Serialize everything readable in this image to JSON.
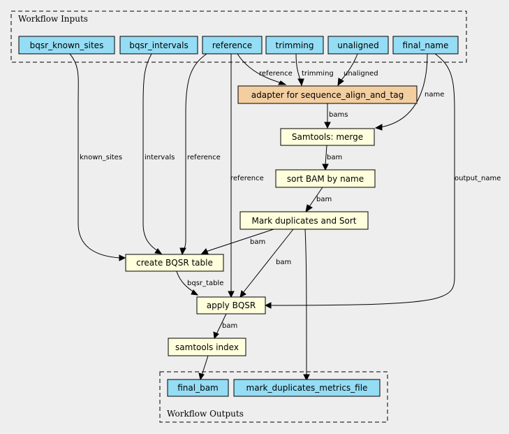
{
  "colors": {
    "background": "#eeeeee",
    "input_output": "#94ddf4",
    "adapter": "#f3cea1",
    "step": "#ffffdd"
  },
  "clusters": {
    "inputs_label": "Workflow Inputs",
    "outputs_label": "Workflow Outputs"
  },
  "nodes": {
    "bqsr_known_sites": "bqsr_known_sites",
    "bqsr_intervals": "bqsr_intervals",
    "reference": "reference",
    "trimming": "trimming",
    "unaligned": "unaligned",
    "final_name": "final_name",
    "adapter": "adapter for sequence_align_and_tag",
    "merge": "Samtools: merge",
    "sort": "sort BAM by name",
    "markdup": "Mark duplicates and Sort",
    "create_bqsr": "create BQSR table",
    "apply_bqsr": "apply BQSR",
    "index": "samtools index",
    "final_bam": "final_bam",
    "metrics": "mark_duplicates_metrics_file"
  },
  "edges": {
    "ref_to_adapter": "reference",
    "trim_to_adapter": "trimming",
    "unal_to_adapter": "unaligned",
    "name_to_merge": "name",
    "bams_to_merge": "bams",
    "merge_to_sort": "bam",
    "sort_to_markdup": "bam",
    "known_sites": "known_sites",
    "intervals": "intervals",
    "ref_to_create": "reference",
    "ref_to_apply": "reference",
    "output_name": "output_name",
    "markdup_to_create": "bam",
    "markdup_to_apply": "bam",
    "bqsr_table": "bqsr_table",
    "apply_to_index": "bam"
  }
}
